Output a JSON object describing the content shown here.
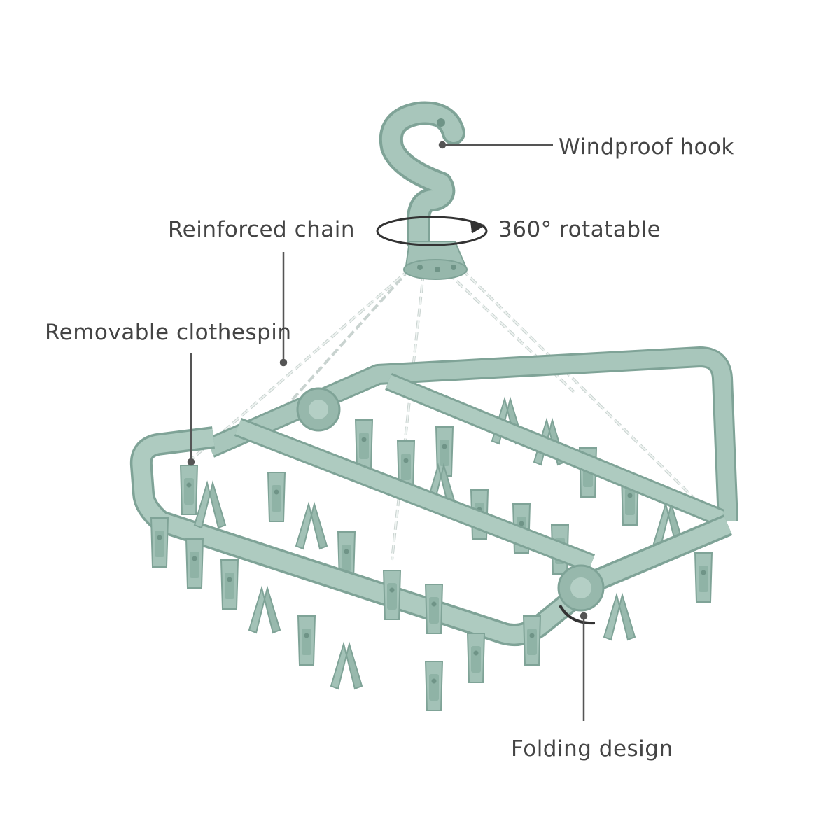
{
  "colors": {
    "background": "#ffffff",
    "product": "#a3c2b7",
    "product_dark": "#7fa397",
    "product_light": "#c7ddd4",
    "chain": "#eef2f1",
    "leader_line": "#555555",
    "label_text": "#444444"
  },
  "callouts": {
    "windproof_hook": "Windproof hook",
    "rotatable": "360° rotatable",
    "reinforced_chain": "Reinforced chain",
    "removable_clothespin": "Removable clothespin",
    "folding_design": "Folding design"
  },
  "icons": {
    "rotation": "rotation-arrow-icon",
    "folding": "fold-arc-icon"
  }
}
